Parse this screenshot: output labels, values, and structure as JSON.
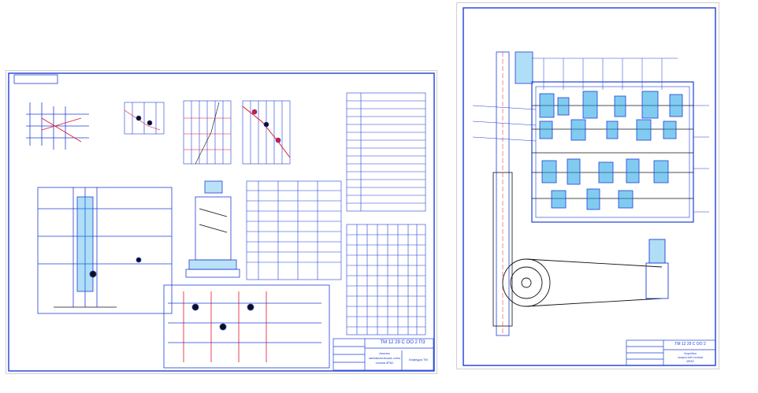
{
  "sheet_left": {
    "stamp_code": "ТМ 12 29 С ОО 2 ПЗ",
    "stamp_title_1": "Анализ",
    "stamp_title_2": "кинематических схем",
    "stamp_title_3": "станка 6Р82",
    "stamp_org": "Кафедра ТМ"
  },
  "sheet_right": {
    "stamp_code": "ТМ 12 29 С ОО 2",
    "stamp_title_1": "Коробка",
    "stamp_title_2": "скоростей станка",
    "stamp_title_3": "6Р82"
  },
  "colors": {
    "frame": "#1f3fd6",
    "accent_red": "#e0162b",
    "accent_cyan": "#1aa0e6",
    "dark": "#101010"
  }
}
